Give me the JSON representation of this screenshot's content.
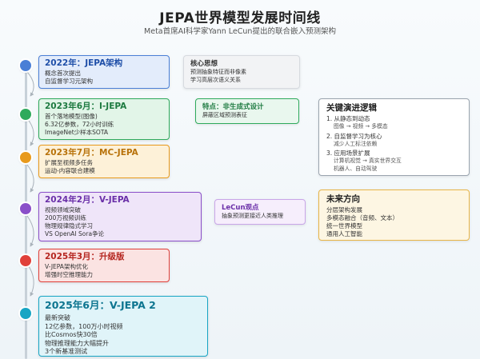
{
  "title": "JEPA世界模型发展时间线",
  "subtitle": "Meta首席AI科学家Yann LeCun提出的联合嵌入预测架构",
  "milestones": [
    {
      "head": "2022年：JEPA架构",
      "lines": [
        "概念首次提出",
        "自监督学习元架构"
      ],
      "color": "#4a7fd6"
    },
    {
      "head": "2023年6月：I-JEPA",
      "lines": [
        "首个落地模型(图像)",
        "6.32亿参数，72小时训练",
        "ImageNet少样本SOTA"
      ],
      "color": "#2eaa5c"
    },
    {
      "head": "2023年7月：MC-JEPA",
      "lines": [
        "扩展至视频多任务",
        "运动-内容联合建模"
      ],
      "color": "#e89a1c"
    },
    {
      "head": "2024年2月：V-JEPA",
      "lines": [
        "视频领域突破",
        "200万视频训练",
        "物理规律隐式学习",
        "VS OpenAI Sora争论"
      ],
      "color": "#8a4fc9"
    },
    {
      "head": "2025年3月：升级版",
      "lines": [
        "V-JEPA架构优化",
        "增强时空推理能力"
      ],
      "color": "#e0403a"
    },
    {
      "head": "2025年6月：V-JEPA 2",
      "lines": [
        "最新突破",
        "12亿参数，100万小时视频",
        "比Cosmos快30倍",
        "物理推理能力大幅提升",
        "3个新基准测试"
      ],
      "color": "#17a5c4"
    }
  ],
  "core_idea": {
    "head": "核心思想",
    "lines": [
      "预测抽象特征而非像素",
      "学习高层次语义关系"
    ]
  },
  "feature": {
    "head": "特点：非生成式设计",
    "lines": [
      "屏蔽区域预测表征"
    ]
  },
  "lecun_view": {
    "head": "LeCun观点",
    "lines": [
      "抽象预测更接近人类推理"
    ]
  },
  "logic": {
    "head": "关键演进逻辑",
    "items": [
      {
        "label": "1. 从静态到动态",
        "sub": "图像 → 视频 → 多模态"
      },
      {
        "label": "2. 自监督学习为核心",
        "sub": "减少人工标注依赖"
      },
      {
        "label": "3. 应用场景扩展",
        "sub": "计算机视觉 → 真实世界交互",
        "sub2": "机器人、自动驾驶"
      }
    ]
  },
  "future": {
    "head": "未来方向",
    "lines": [
      "分层架构发展",
      "多模态融合（音频、文本）",
      "统一世界模型",
      "通用人工智能"
    ]
  }
}
